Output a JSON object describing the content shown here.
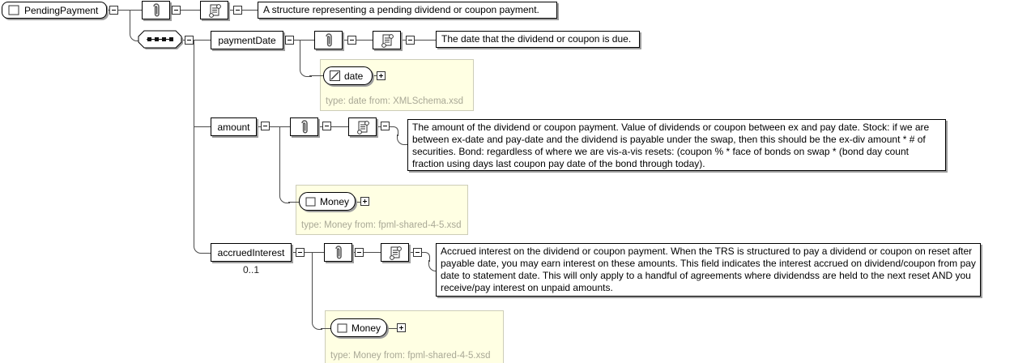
{
  "colors": {
    "panel_bg": "#ffffe3",
    "panel_note_text": "#a9a896",
    "box_shadow": "#9e9e9e",
    "connector_line": "#4a4a4a"
  },
  "root": {
    "name": "PendingPayment",
    "doc": "A structure representing a pending dividend or coupon payment."
  },
  "children": [
    {
      "name": "paymentDate",
      "doc": "The date that the dividend or coupon is due.",
      "type_name": "date",
      "type_note": "type: date from: XMLSchema.xsd"
    },
    {
      "name": "amount",
      "doc": "The amount of the dividend or coupon payment. Value of dividends or coupon between ex and pay date. Stock: if we are between ex-date and pay-date and the dividend is payable under the swap, then this should be the ex-div amount * # of securities. Bond: regardless of where we are vis-a-vis resets: (coupon % * face of bonds on swap * (bond day count fraction using days last coupon pay date of the bond through today).",
      "type_name": "Money",
      "type_note": "type: Money from: fpml-shared-4-5.xsd"
    },
    {
      "name": "accruedInterest",
      "cardinality": "0..1",
      "doc": "Accrued interest on the dividend or coupon payment. When the TRS is structured to pay a dividend or coupon on reset after payable date, you may earn interest on these amounts. This field indicates the interest accrued on dividend/coupon from pay date to statement date. This will only apply to a handful of agreements where dividendss are held to the next reset AND you receive/pay interest on unpaid amounts.",
      "type_name": "Money",
      "type_note": "type: Money from: fpml-shared-4-5.xsd"
    }
  ]
}
